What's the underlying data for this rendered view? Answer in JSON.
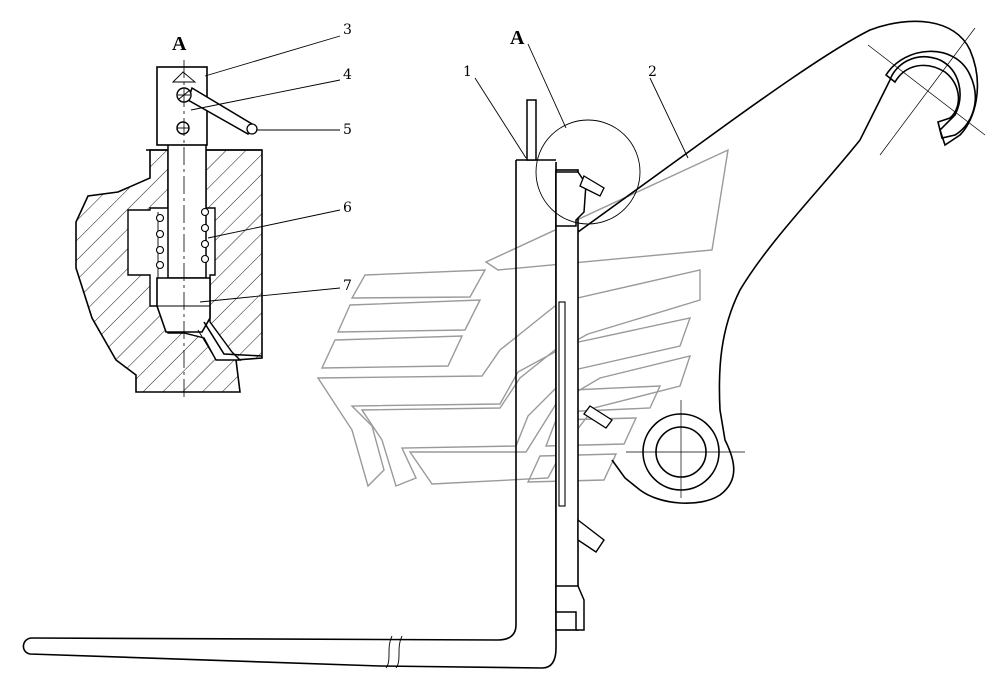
{
  "view_label_left": "A",
  "view_label_right": "A",
  "callouts": {
    "c1": "1",
    "c2": "2",
    "c3": "3",
    "c4": "4",
    "c5": "5",
    "c6": "6",
    "c7": "7"
  }
}
